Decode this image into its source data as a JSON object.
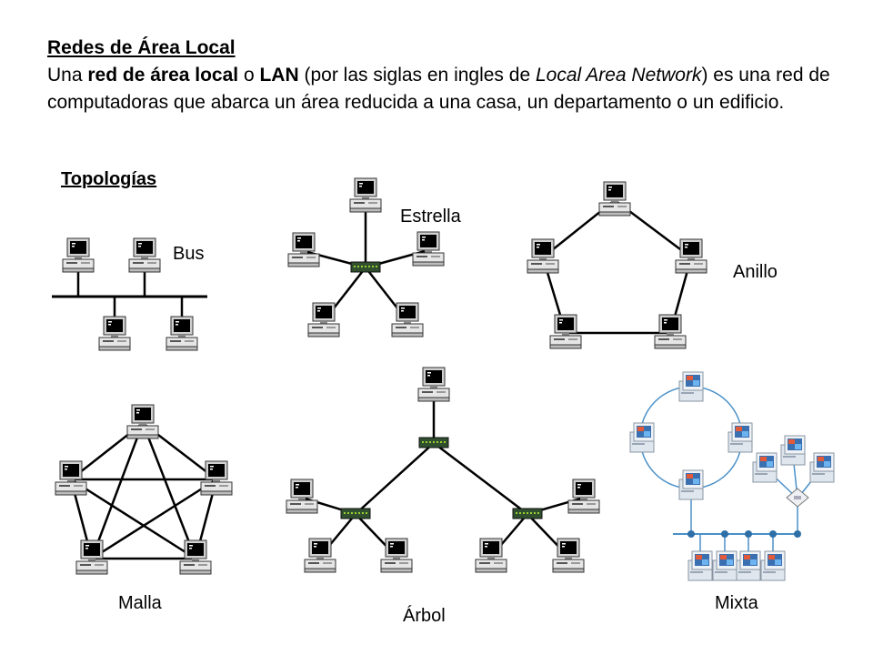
{
  "intro": {
    "title": "Redes de Área Local",
    "p1": "Una ",
    "b1": "red de área local",
    "p2": " o ",
    "b2": "LAN",
    "p3": " (por las siglas en ingles de ",
    "i1": "Local Area Network",
    "p4": ") es una red de computadoras que abarca un área reducida a una casa, un departamento o un edificio."
  },
  "topologies": {
    "heading": "Topologías",
    "bus": "Bus",
    "star": "Estrella",
    "ring": "Anillo",
    "mesh": "Malla",
    "tree": "Árbol",
    "mixed": "Mixta"
  },
  "colors": {
    "line": "#000000",
    "hub": "#2f4f2f",
    "hub_leds": "#9acd32",
    "mixed_line": "#4a90c8",
    "mixed_node": "#2e6fa8"
  }
}
